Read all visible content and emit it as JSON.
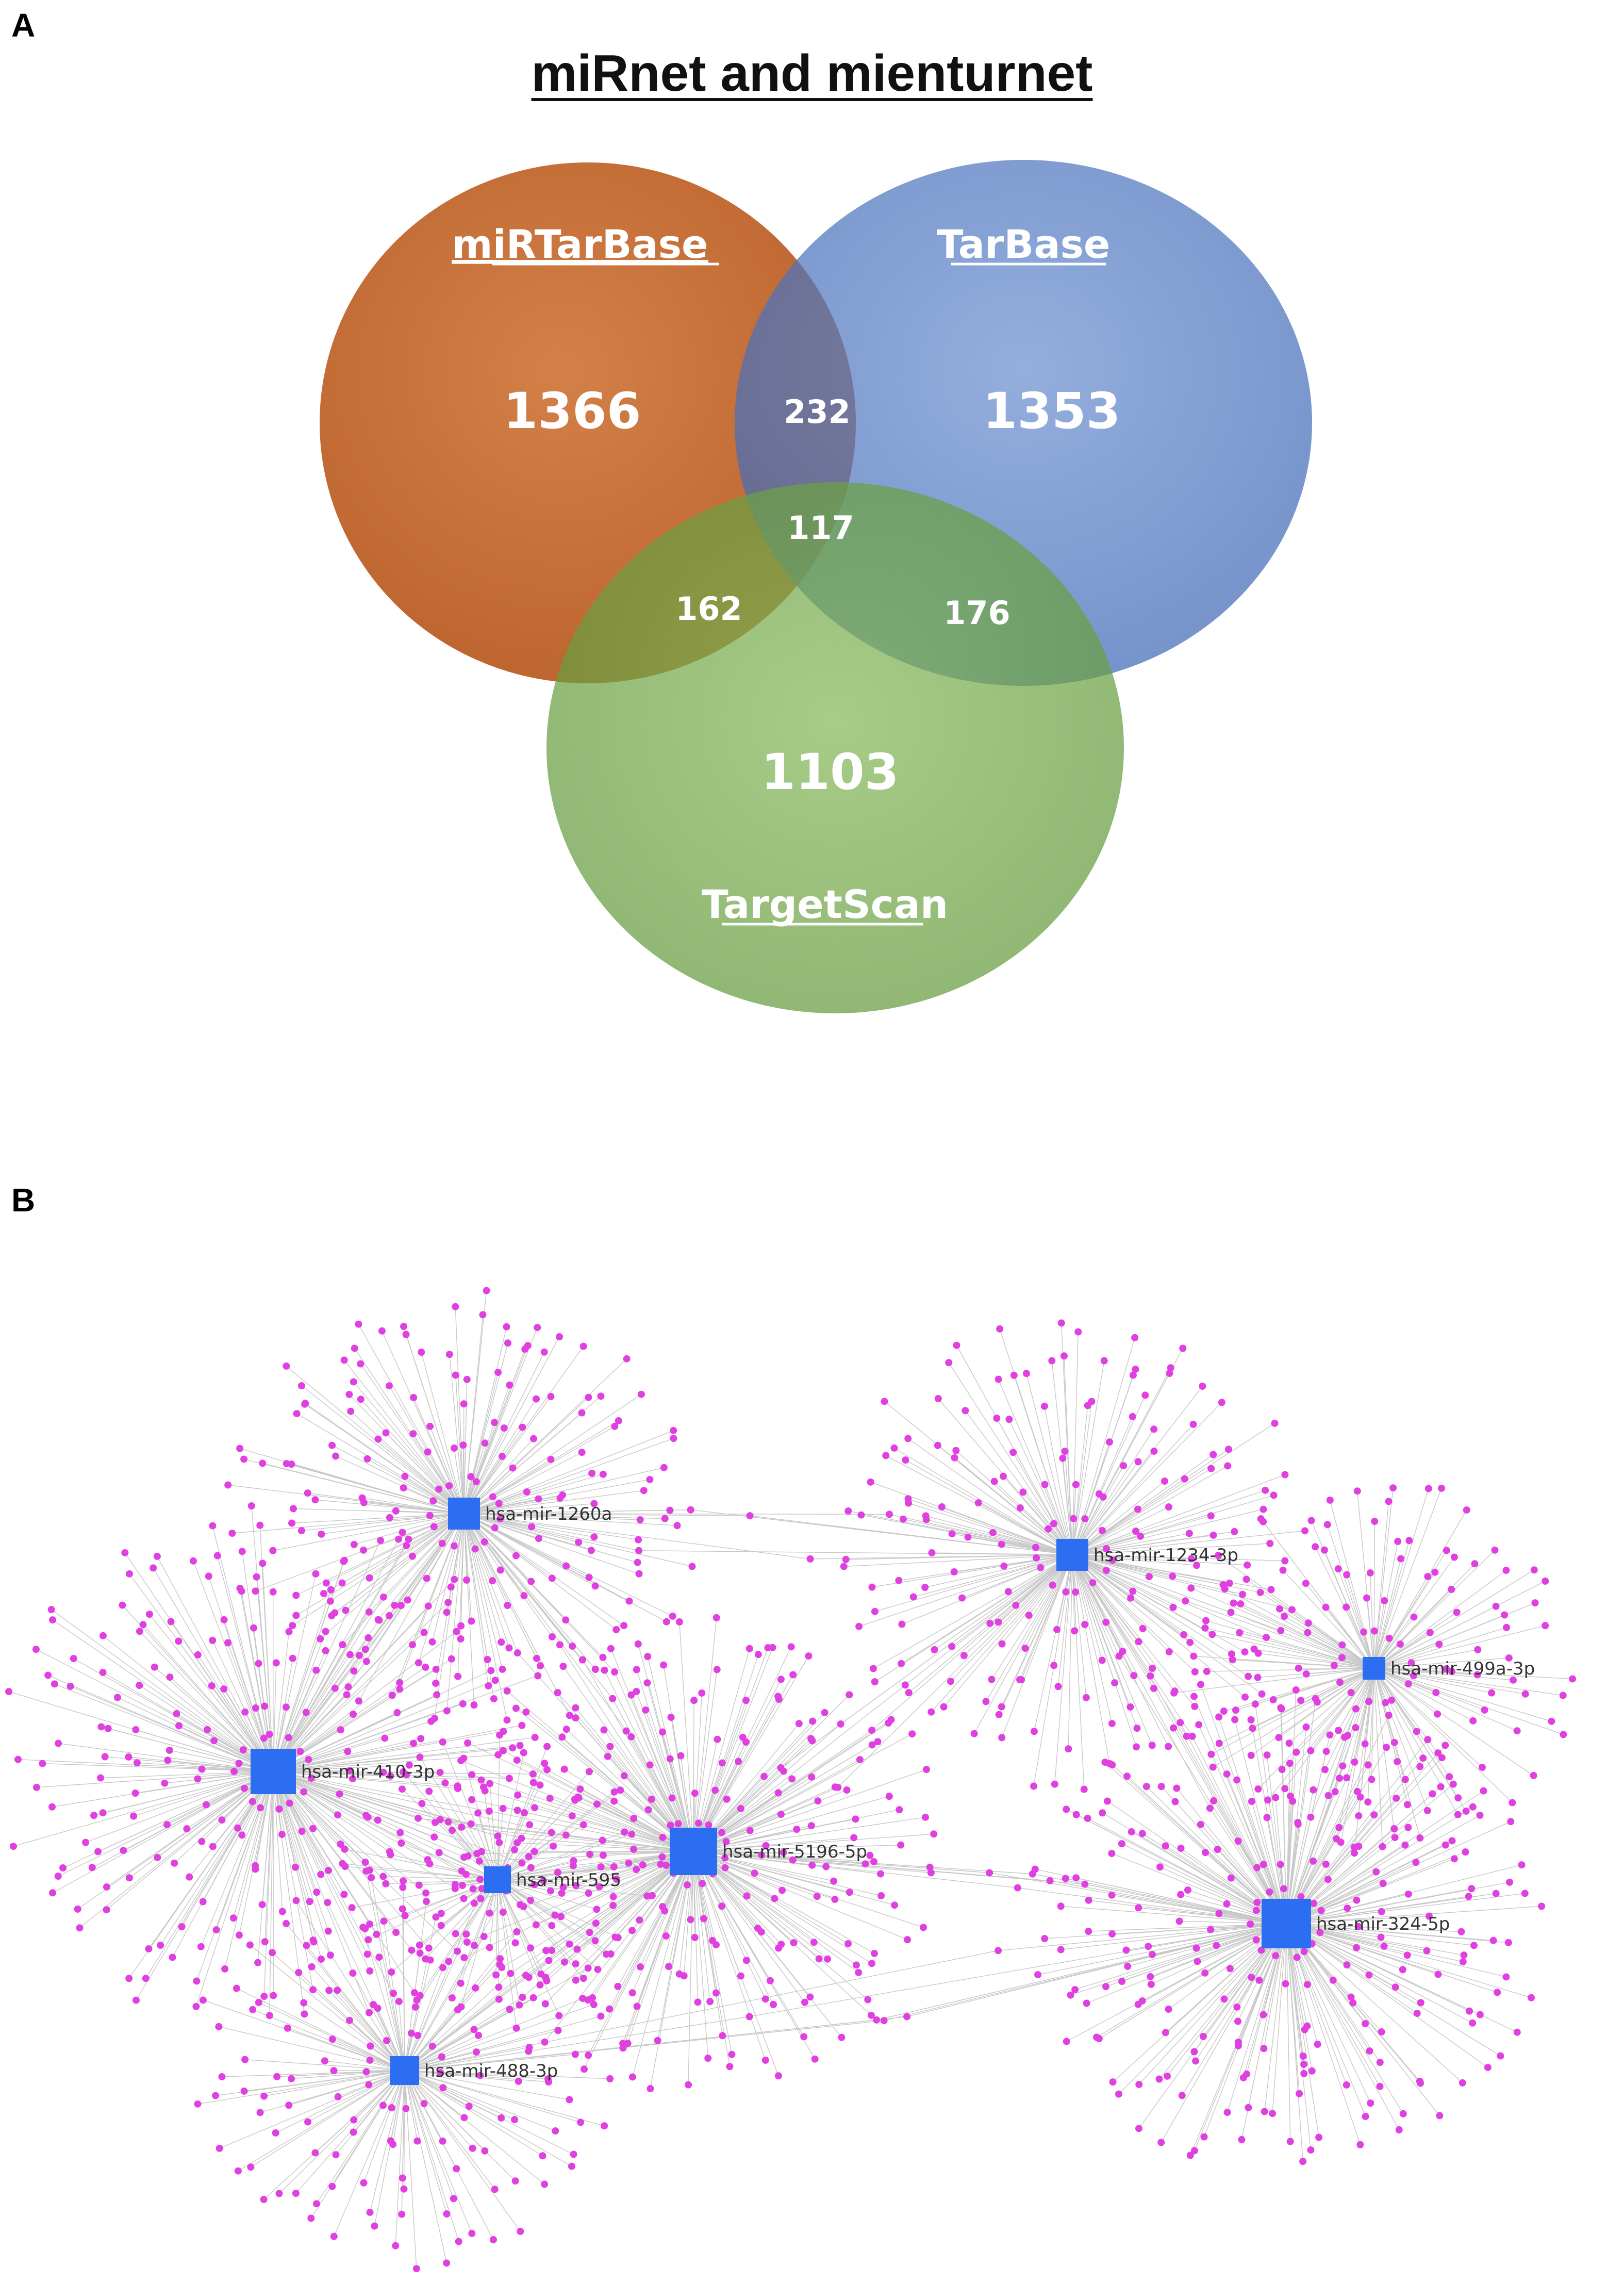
{
  "panels": {
    "a_label": "A",
    "b_label": "B"
  },
  "venn": {
    "title": "miRnet and mienturnet",
    "sets": [
      {
        "name": "miRTarBase",
        "color": "#c0622b"
      },
      {
        "name": "TarBase",
        "color": "#4f79c0"
      },
      {
        "name": "TargetScan",
        "color": "#72a646"
      }
    ],
    "regions": {
      "only_mirtarbase": "1366",
      "only_tarbase": "1353",
      "only_targetscan": "1103",
      "mirtarbase_tarbase": "232",
      "all_three": "117",
      "mirtarbase_targetscan": "162",
      "tarbase_targetscan": "176"
    }
  },
  "network": {
    "node_color": "#2b6ef2",
    "target_color": "#e040e0",
    "edge_color": "#c8c8c8",
    "mirnas": [
      {
        "label": "hsa-mir-1260a"
      },
      {
        "label": "hsa-mir-1234-3p"
      },
      {
        "label": "hsa-mir-499a-3p"
      },
      {
        "label": "hsa-mir-410-3p"
      },
      {
        "label": "hsa-mir-5196-5p"
      },
      {
        "label": "hsa-mir-595"
      },
      {
        "label": "hsa-mir-324-5p"
      },
      {
        "label": "hsa-mir-488-3p"
      }
    ]
  }
}
